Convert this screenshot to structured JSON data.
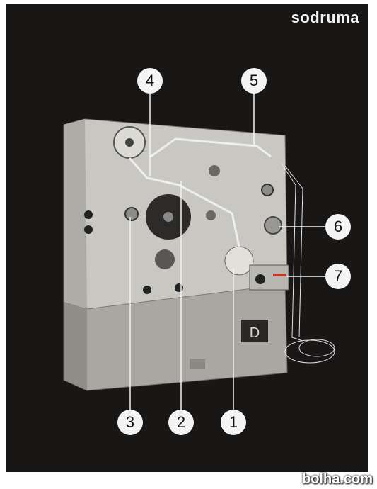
{
  "brand": "sodruma",
  "callouts": {
    "c1": "1",
    "c2": "2",
    "c3": "3",
    "c4": "4",
    "c5": "5",
    "c6": "6",
    "c7": "7"
  },
  "watermark": "bolha.com",
  "colors": {
    "background": "#191616",
    "machine_panel": "#c9c7c1",
    "machine_base": "#a9a7a1",
    "callout_fill": "#f4f4f4"
  }
}
